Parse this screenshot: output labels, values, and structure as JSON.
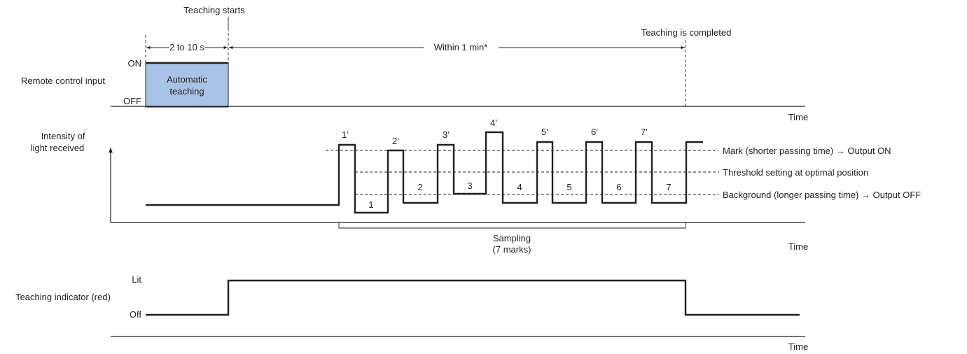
{
  "labels": {
    "teaching_starts": "Teaching starts",
    "teaching_completed": "Teaching is completed",
    "duration_2_10": "2 to 10 s",
    "within_1_min": "Within 1 min*",
    "on": "ON",
    "off_upper": "OFF",
    "remote_control_input": "Remote control input",
    "automatic_teaching_1": "Automatic",
    "automatic_teaching_2": "teaching",
    "time": "Time",
    "intensity_1": "Intensity of",
    "intensity_2": "light received",
    "mark_line": "Mark (shorter passing time) → Output ON",
    "threshold_line": "Threshold setting at optimal position",
    "background_line": "Background (longer passing time) → Output OFF",
    "sampling_1": "Sampling",
    "sampling_2": "(7 marks)",
    "lit": "Lit",
    "off_lower": "Off",
    "teaching_indicator": "Teaching indicator (red)"
  },
  "marks": [
    "1’",
    "2’",
    "3’",
    "4’",
    "5’",
    "6’",
    "7’"
  ],
  "backgrounds": [
    "1",
    "2",
    "3",
    "4",
    "5",
    "6",
    "7"
  ],
  "colors": {
    "automatic_teaching_box": "#a9c3e6"
  }
}
